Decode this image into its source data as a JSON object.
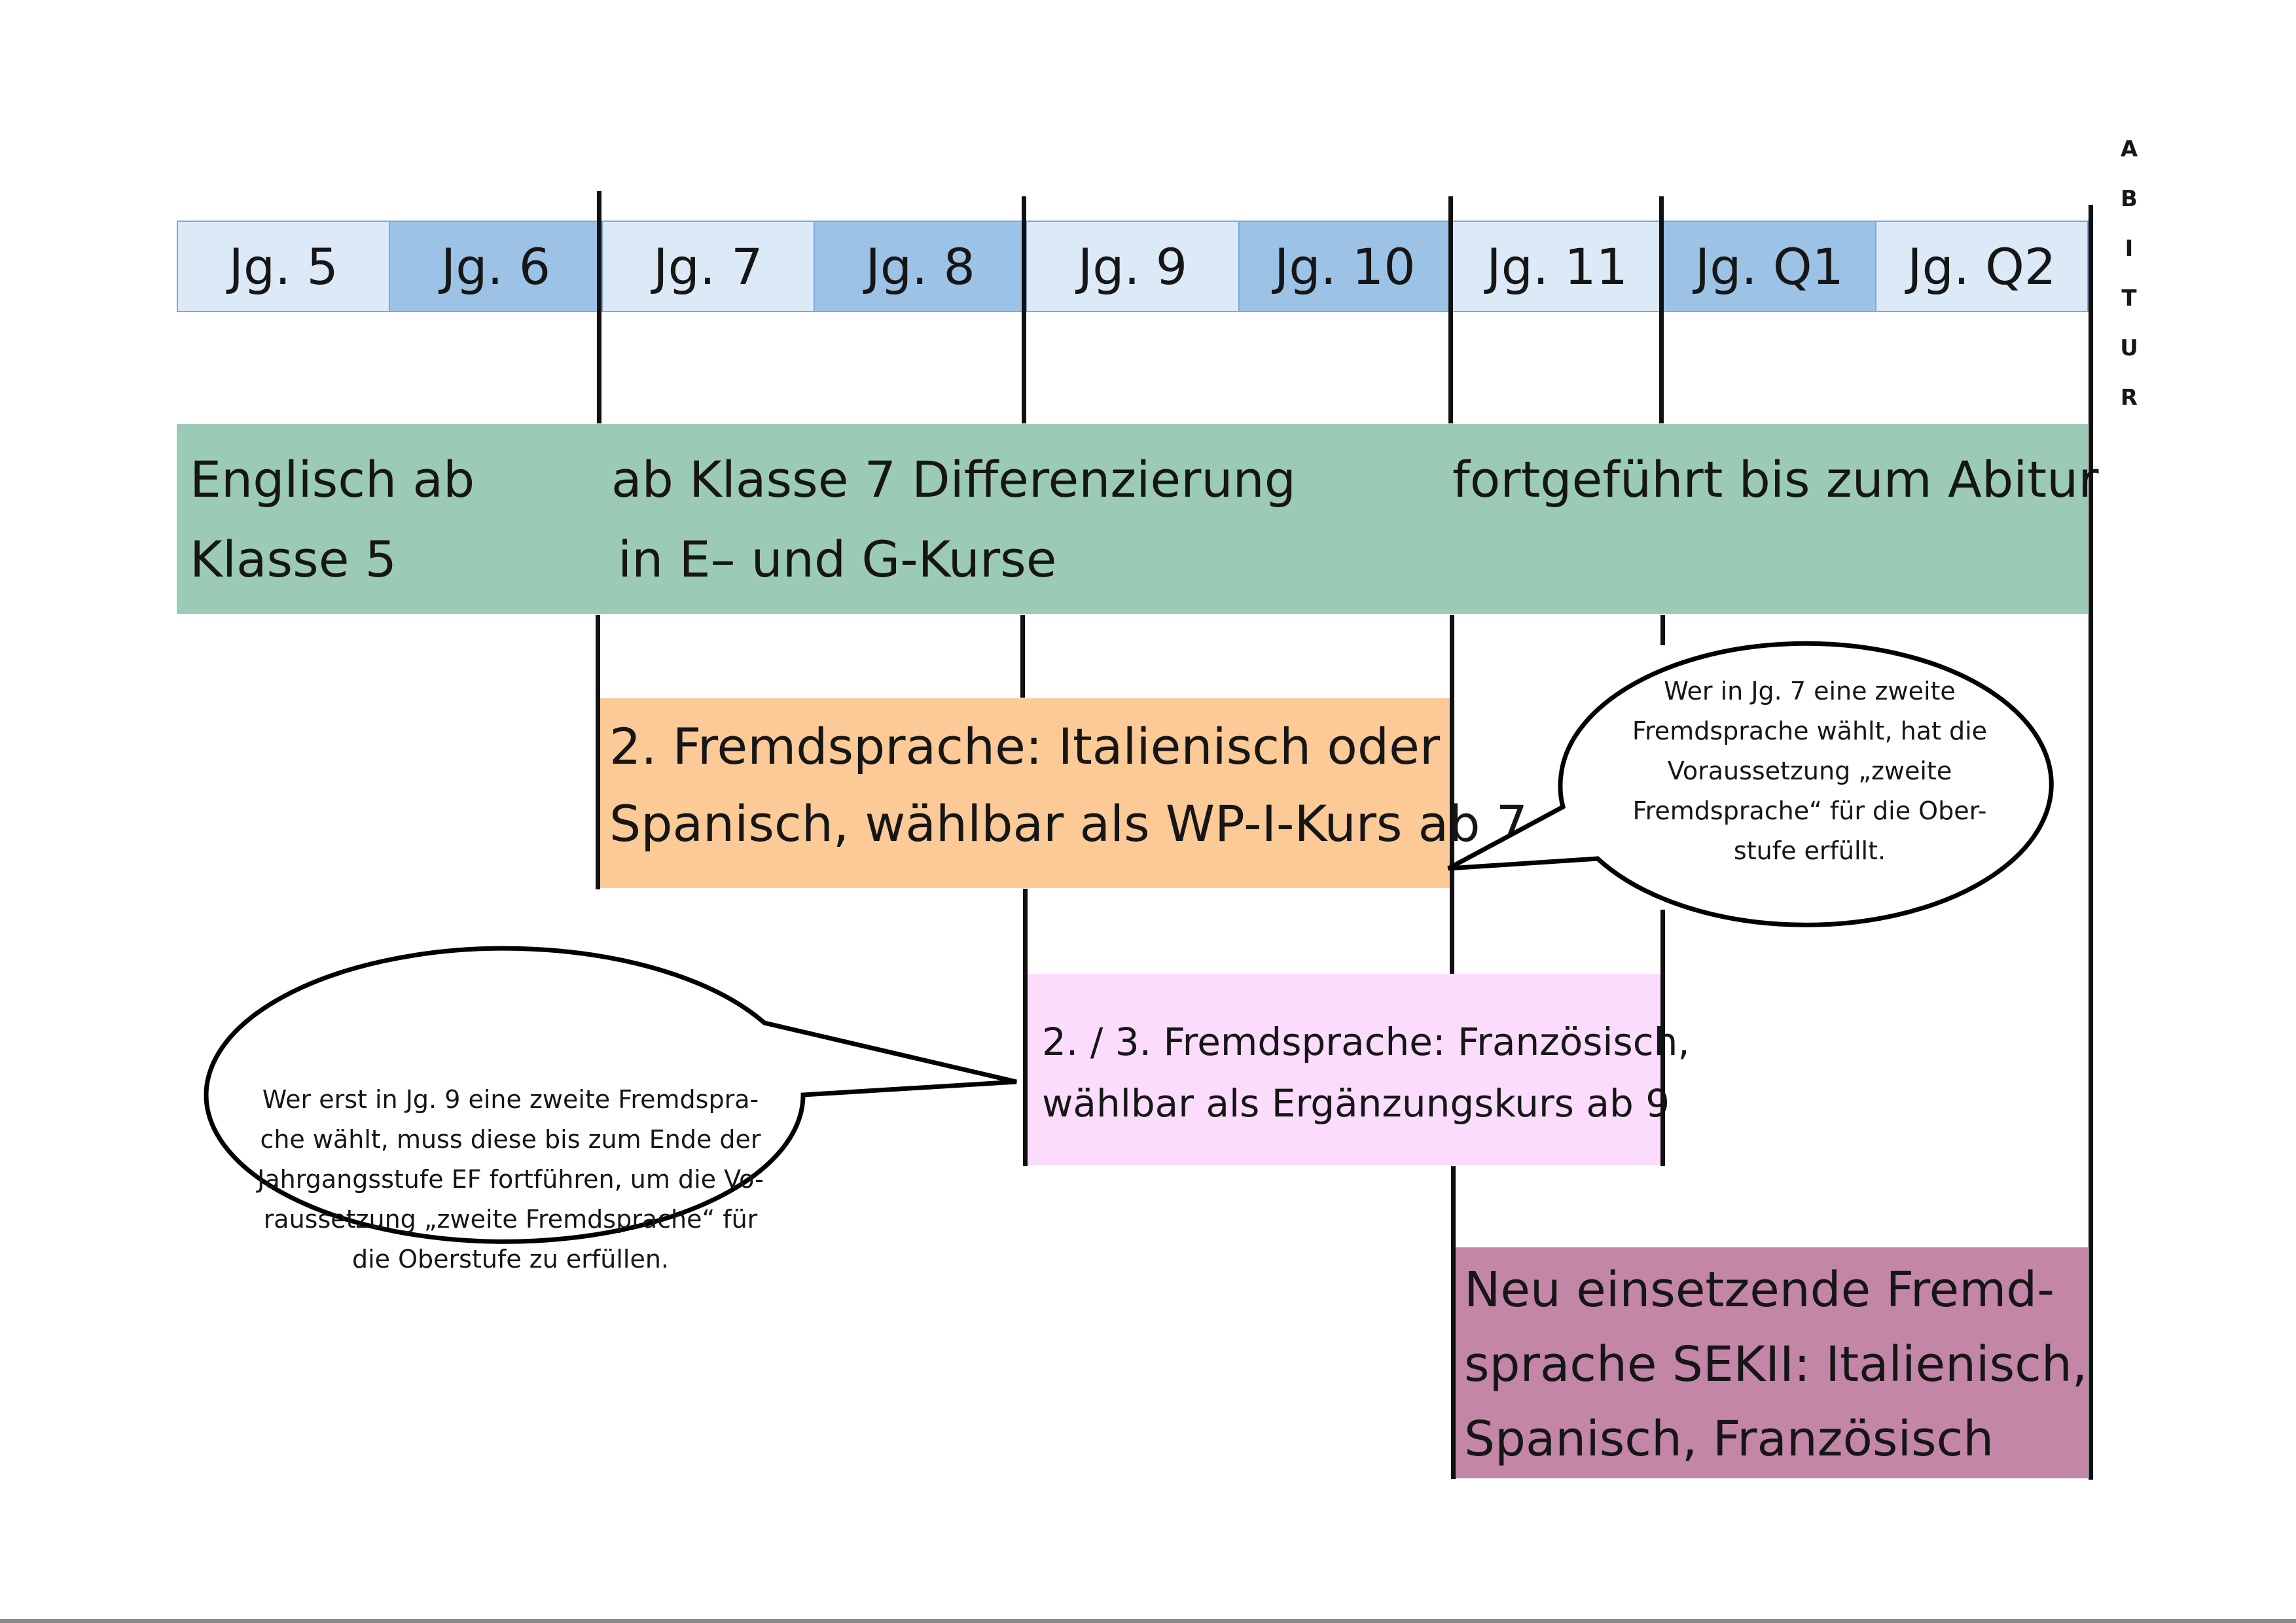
{
  "years": [
    "Jg. 5",
    "Jg. 6",
    "Jg. 7",
    "Jg. 8",
    "Jg. 9",
    "Jg. 10",
    "Jg. 11",
    "Jg. Q1",
    "Jg. Q2"
  ],
  "abitur_letters": [
    "A",
    "B",
    "I",
    "T",
    "U",
    "R"
  ],
  "english": {
    "line1": "Englisch ab",
    "line2": "Klasse 5",
    "diff_line1": "ab Klasse 7 Differenzierung",
    "diff_line2": "in E– und G-Kurse",
    "continued": "fortgeführt bis zum Abitur"
  },
  "second_language": {
    "line1": "2. Fremdsprache: Italienisch oder",
    "line2": "Spanisch, wählbar als WP-I-Kurs ab 7"
  },
  "french": {
    "line1": "2. / 3. Fremdsprache: Französisch,",
    "line2": "wählbar als Ergänzungskurs ab 9"
  },
  "new_language": {
    "line1": "Neu einsetzende Fremd-",
    "line2": "sprache SEKII: Italienisch,",
    "line3": "Spanisch, Französisch"
  },
  "note_jg7": {
    "lines": [
      "Wer in Jg. 7 eine zweite",
      "Fremdsprache wählt, hat die",
      "Voraussetzung „zweite",
      "Fremdsprache“ für die Ober-",
      "stufe erfüllt."
    ]
  },
  "note_jg9": {
    "lines": [
      "Wer erst in Jg. 9 eine zweite Fremdspra-",
      "che wählt, muss diese bis zum Ende der",
      "Jahrgangsstufe EF fortführen, um die Vo-",
      "raussetzung „zweite Fremdsprache“ für",
      "die Oberstufe zu erfüllen."
    ]
  },
  "colors": {
    "year_light": "#dce9f6",
    "year_dark": "#9cc2e6",
    "english_band": "#9ccbb5",
    "second_language_band": "#fbca96",
    "french_band": "#fbdcfc",
    "new_language_band": "#c386a6"
  }
}
